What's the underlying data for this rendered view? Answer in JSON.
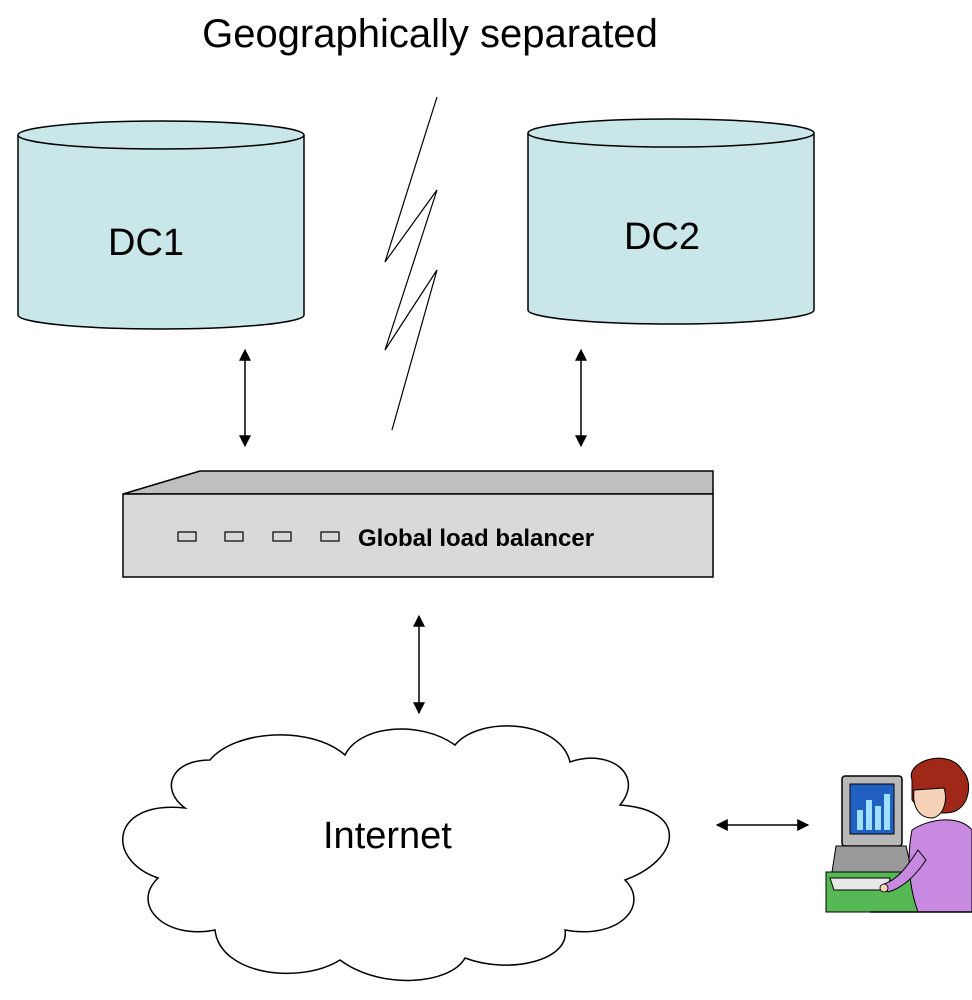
{
  "title": "Geographically separated",
  "nodes": {
    "dc1": {
      "label": "DC1"
    },
    "dc2": {
      "label": "DC2"
    },
    "load_balancer": {
      "label": "Global load balancer"
    },
    "internet": {
      "label": "Internet"
    }
  },
  "colors": {
    "datacenter_fill": "#c9e6e8",
    "balancer_front": "#d9d9d9",
    "balancer_top": "#bfbfbf",
    "line": "#000000"
  },
  "icons": {
    "user": "user-at-computer-icon"
  }
}
